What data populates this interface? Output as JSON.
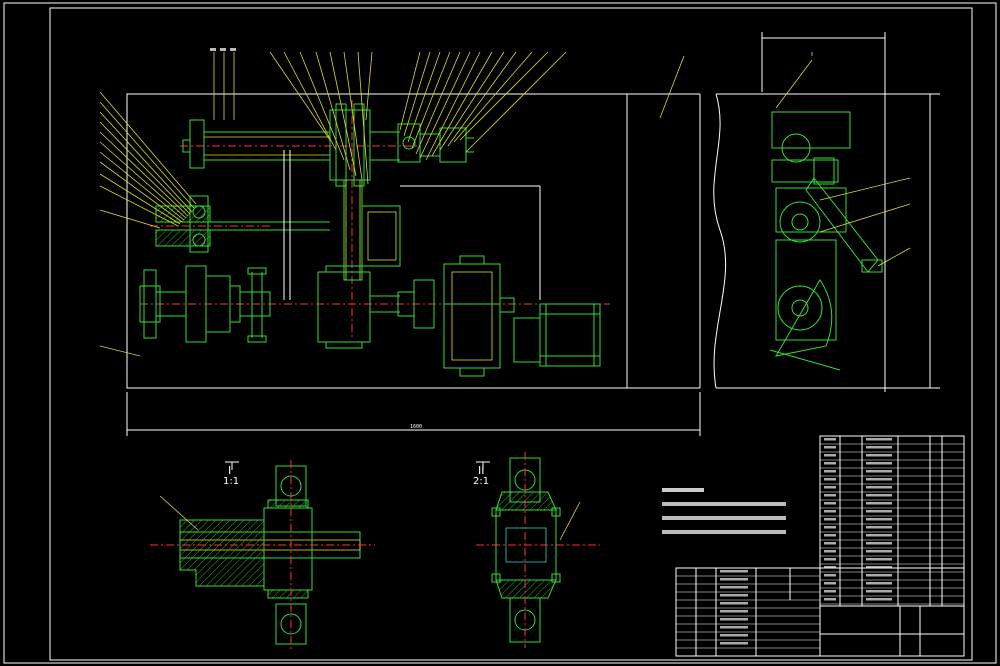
{
  "sections": {
    "section_1_label": "I",
    "section_1_scale": "1:1",
    "section_2_label": "II",
    "section_2_scale": "2:1"
  },
  "colors": {
    "background": "#000000",
    "frame": "#ffffff",
    "outline": "#33dd33",
    "centerline": "#ff3333",
    "leader": "#dddd22",
    "dimension": "#33cccc"
  },
  "icons": [
    "sprocket-icon",
    "gear-icon",
    "bearing-icon",
    "motor-icon",
    "reducer-icon"
  ]
}
